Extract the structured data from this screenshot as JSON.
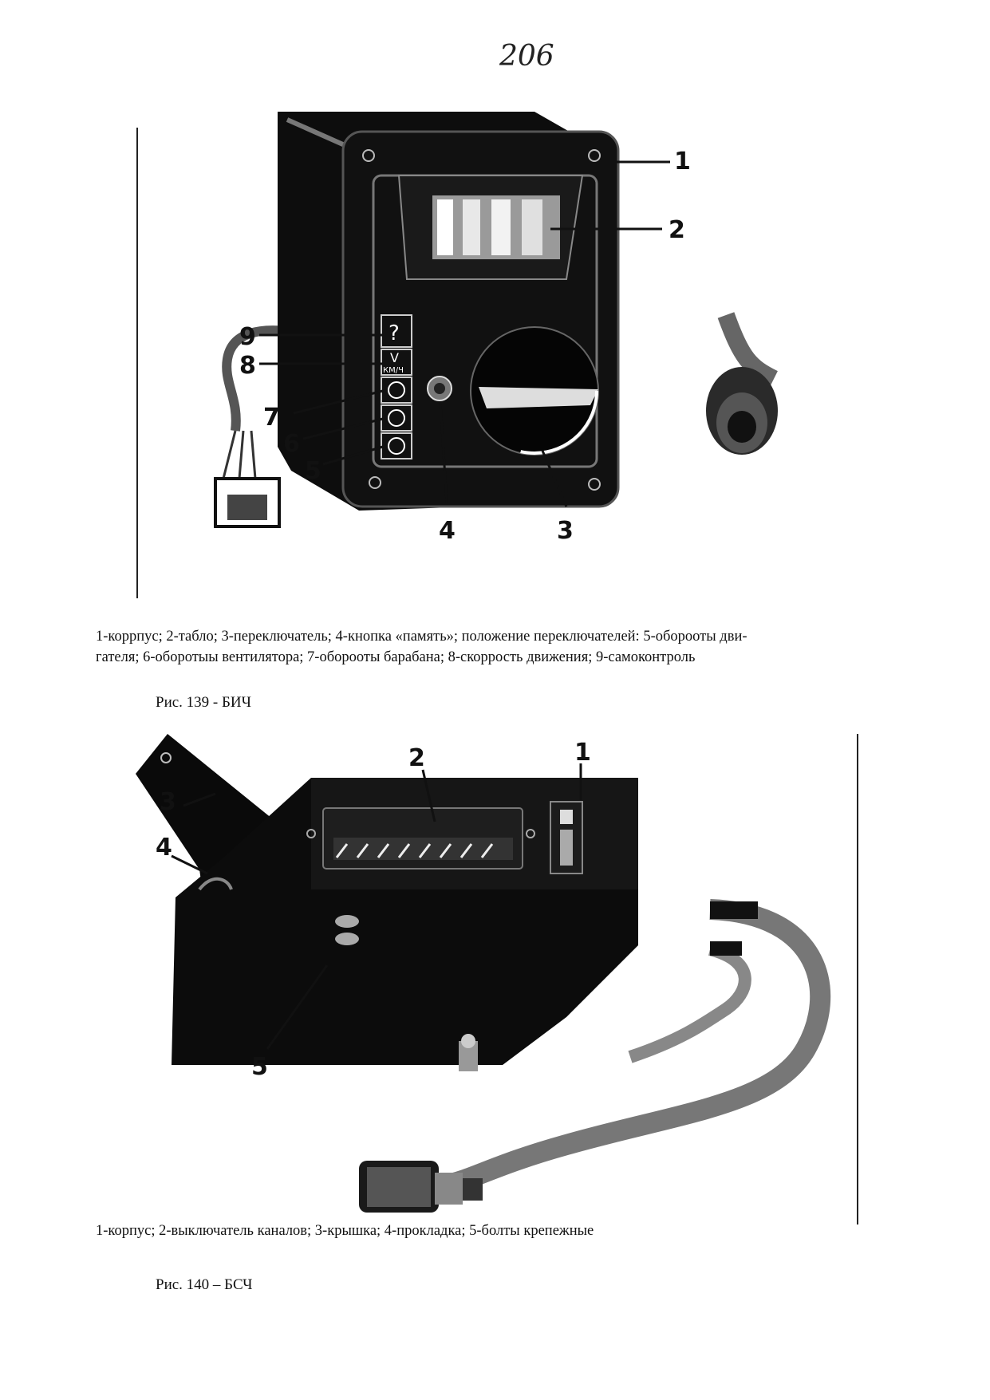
{
  "page_number": "206",
  "figure_139": {
    "callouts": [
      "1",
      "2",
      "3",
      "4",
      "5",
      "6",
      "7",
      "8",
      "9"
    ],
    "caption": "1-коррпус; 2-табло; 3-переключатель; 4-кнопка «память»; положение переключателей: 5-оборооты двигателя; 6-оборотыы вентилятора; 7-оборооты барабана; 8-скоррость движения; 9-самоконтроль",
    "caption_line1": "1-коррпус; 2-табло; 3-переключатель; 4-кнопка «память»; положение переключателей: 5-оборооты дви-",
    "caption_line2": "гателя; 6-оборотыы вентилятора; 7-оборооты барабана; 8-скоррость движения; 9-самоконтроль",
    "panel_marks": {
      "self_check": "?",
      "speed_symbol": "V",
      "speed_unit": "КМ/Ч"
    },
    "title": "Рис. 139 - БИЧ"
  },
  "figure_140": {
    "callouts": [
      "1",
      "2",
      "3",
      "4",
      "5"
    ],
    "caption": "1-корпус; 2-выключатель каналов; 3-крышка; 4-прокладка; 5-болты крепежные",
    "title": "Рис. 140 – БСЧ"
  }
}
